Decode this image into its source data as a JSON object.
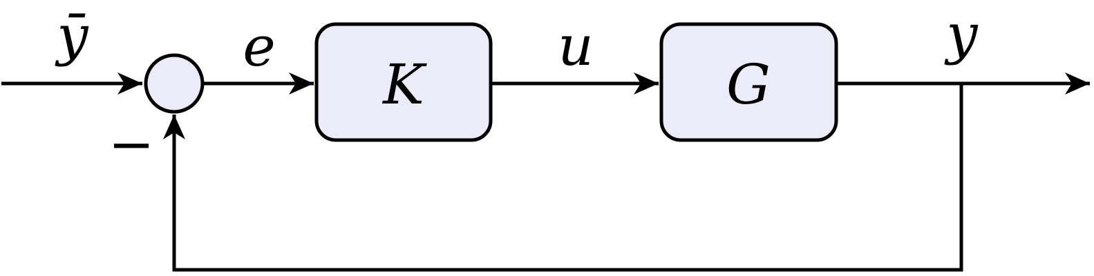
{
  "diagram": {
    "colors": {
      "block_fill": "#ECECF9",
      "stroke": "#000000"
    },
    "summing_junction": {
      "feedback_sign": "−"
    },
    "signals": {
      "reference": {
        "label": "ȳ"
      },
      "error": {
        "label": "e"
      },
      "control": {
        "label": "u"
      },
      "output": {
        "label": "y"
      }
    },
    "blocks": [
      {
        "id": "controller",
        "label": "K"
      },
      {
        "id": "plant",
        "label": "G"
      }
    ]
  }
}
